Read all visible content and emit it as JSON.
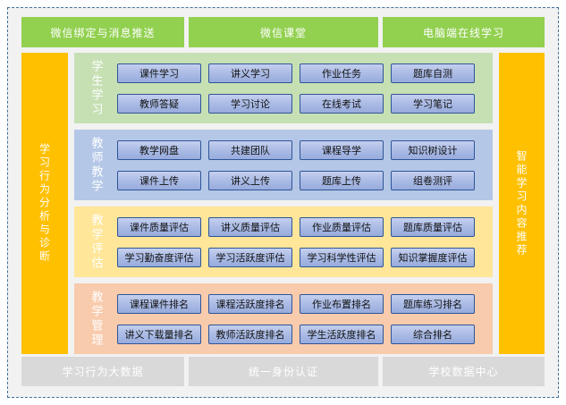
{
  "colors": {
    "border_dashed": "#41719C",
    "panel_bg": "#F2F2F2",
    "top_green": "#92D050",
    "side_orange": "#FFC000",
    "bottom_gray": "#D9D9D9",
    "module_border": "#2F5597",
    "module_fill_top": "#C5D0EF",
    "module_fill_bottom": "#97ABDC",
    "section_student_bg": "#C6E0B4",
    "section_teacher_bg": "#B4C7E7",
    "section_evaluate_bg": "#FFE699",
    "section_manage_bg": "#F8CBAD"
  },
  "top_row": {
    "items": [
      {
        "label": "微信绑定与消息推送"
      },
      {
        "label": "微信课堂"
      },
      {
        "label": "电脑端在线学习"
      }
    ]
  },
  "left_bar": {
    "label": "学习行为分析与诊断"
  },
  "right_bar": {
    "label": "智能学习内容推荐"
  },
  "sections": [
    {
      "label": "学生学习",
      "bg": "#C6E0B4",
      "buttons": [
        "课件学习",
        "讲义学习",
        "作业任务",
        "题库自测",
        "教师答疑",
        "学习讨论",
        "在线考试",
        "学习笔记"
      ]
    },
    {
      "label": "教师教学",
      "bg": "#B4C7E7",
      "buttons": [
        "教学网盘",
        "共建团队",
        "课程导学",
        "知识树设计",
        "课件上传",
        "讲义上传",
        "题库上传",
        "组卷测评"
      ]
    },
    {
      "label": "教学评估",
      "bg": "#FFE699",
      "buttons": [
        "课件质量评估",
        "讲义质量评估",
        "作业质量评估",
        "题库质量评估",
        "学习勤奋度评估",
        "学习活跃度评估",
        "学习科学性评估",
        "知识掌握度评估"
      ]
    },
    {
      "label": "教学管理",
      "bg": "#F8CBAD",
      "buttons": [
        "课程课件排名",
        "课程活跃度排名",
        "作业布置排名",
        "题库练习排名",
        "讲义下载量排名",
        "教师活跃度排名",
        "学生活跃度排名",
        "综合排名"
      ]
    }
  ],
  "bottom_row": {
    "items": [
      {
        "label": "学习行为大数据"
      },
      {
        "label": "统一身份认证"
      },
      {
        "label": "学校数据中心"
      }
    ]
  }
}
